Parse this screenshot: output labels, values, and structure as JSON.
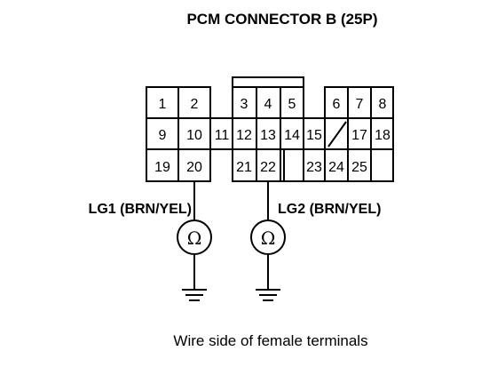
{
  "title": "PCM CONNECTOR B (25P)",
  "pins": [
    "1",
    "2",
    "3",
    "4",
    "5",
    "6",
    "7",
    "8",
    "9",
    "10",
    "11",
    "12",
    "13",
    "14",
    "15",
    "17",
    "18",
    "19",
    "20",
    "21",
    "22",
    "23",
    "24",
    "25"
  ],
  "meters": [
    {
      "label": "LG1 (BRN/YEL)",
      "symbol": "Ω"
    },
    {
      "label": "LG2 (BRN/YEL)",
      "symbol": "Ω"
    }
  ],
  "caption": "Wire side of female terminals"
}
